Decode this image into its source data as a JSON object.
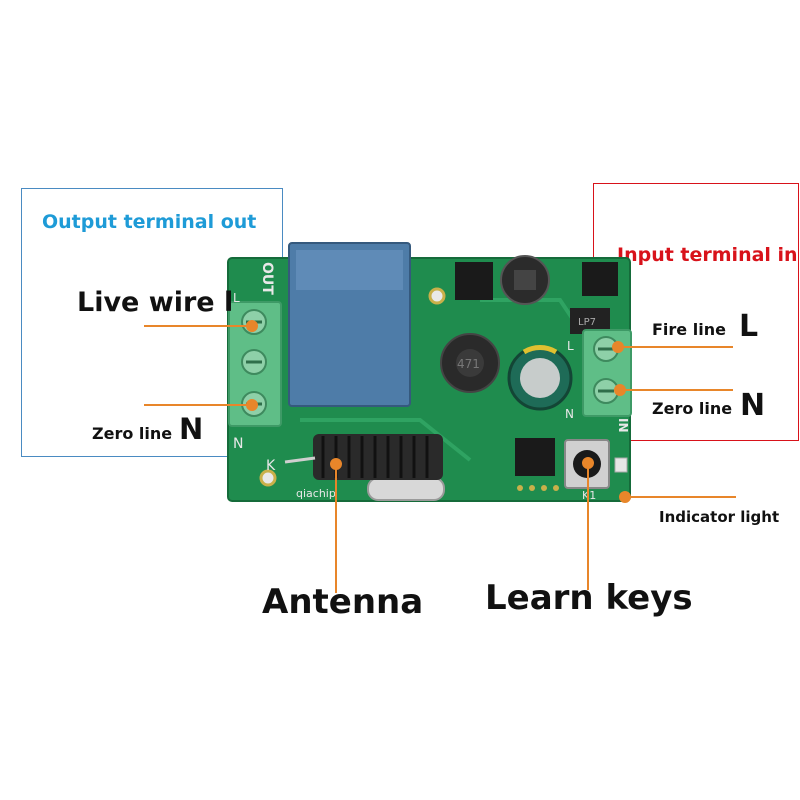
{
  "output_box": {
    "title": "Output terminal out",
    "title_color": "#1E9BD7",
    "border_color": "#4A8BC2"
  },
  "input_box": {
    "title": "Input terminal in",
    "title_color": "#D8121A",
    "border_color": "#D8121A"
  },
  "labels": {
    "live_wire": "Live wire l",
    "zero_line_left_text": "Zero line",
    "zero_line_left_letter": "N",
    "fire_line_text": "Fire line",
    "fire_line_letter": "L",
    "zero_line_right_text": "Zero line",
    "zero_line_right_letter": "N",
    "indicator_light": "Indicator light",
    "antenna": "Antenna",
    "learn_keys": "Learn keys"
  },
  "board_marks": {
    "out_label": "OUT",
    "l_left": "L",
    "n_left": "N",
    "k_left": "K",
    "in_label": "IN",
    "l_right": "L",
    "n_right": "N",
    "k1": "K1",
    "brand": "qiachip",
    "ic_code": "471",
    "chip_code": "LP7"
  },
  "colors": {
    "pcb": "#1F8C4E",
    "pcb_dark": "#156B3A",
    "terminal": "#5FBE87",
    "relay": "#4E7CA8",
    "callout": "#E8862A"
  }
}
